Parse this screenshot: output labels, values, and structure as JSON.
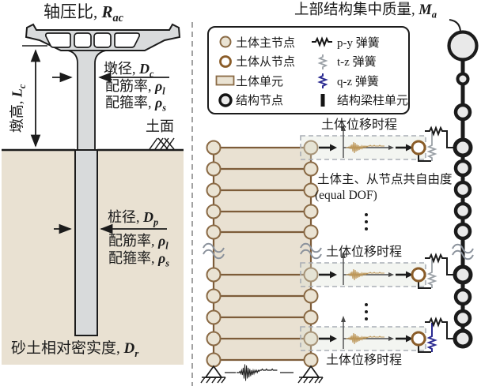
{
  "left": {
    "axial_ratio": {
      "pre": "轴压比, ",
      "sym": "R",
      "sub": "ac"
    },
    "pier_height": {
      "pre": "墩高, ",
      "sym": "L",
      "sub": "c"
    },
    "pier_diameter": {
      "pre": "墩径, ",
      "sym": "D",
      "sub": "c"
    },
    "pier_rebar": {
      "pre": "配筋率, ",
      "sym": "ρ",
      "sub": "l"
    },
    "pier_stirrup": {
      "pre": "配箍率, ",
      "sym": "ρ",
      "sub": "s"
    },
    "ground_surface": "土面",
    "pile_diameter": {
      "pre": "桩径, ",
      "sym": "D",
      "sub": "p"
    },
    "pile_rebar": {
      "pre": "配筋率, ",
      "sym": "ρ",
      "sub": "l"
    },
    "pile_stirrup": {
      "pre": "配箍率, ",
      "sym": "ρ",
      "sub": "s"
    },
    "sand_density": {
      "pre": "砂土相对密实度, ",
      "sym": "D",
      "sub": "r"
    }
  },
  "right": {
    "mass_label": {
      "pre": "上部结构集中质量, ",
      "sym": "M",
      "sub": "a"
    },
    "legend": {
      "soil_master_node": "土体主节点",
      "soil_slave_node": "土体从节点",
      "soil_element": "土体单元",
      "structure_node": "结构节点",
      "py_spring": "p-y 弹簧",
      "tz_spring": "t-z 弹簧",
      "qz_spring": "q-z 弹簧",
      "beam_column": "结构梁柱单元"
    },
    "soil_disp_label": "土体位移时程",
    "equal_dof_cn": "土体主、从节点共自由度",
    "equal_dof_en": "(equal DOF)"
  },
  "colors": {
    "soil_fill": "#e9e1d2",
    "soil_stroke": "#8a6a45",
    "mesh_line": "#7d5c39",
    "slave_ring": "#8a5c28",
    "structure_black": "#1b1b1b",
    "node_gray_fill": "#e9e9e9",
    "pier_gray": "#d9dbdc",
    "wave_tan": "#bd9759",
    "qz_blue": "#2b2b91",
    "tz_gray": "#9aa0a6",
    "dash_box": "#a9aeb5"
  }
}
